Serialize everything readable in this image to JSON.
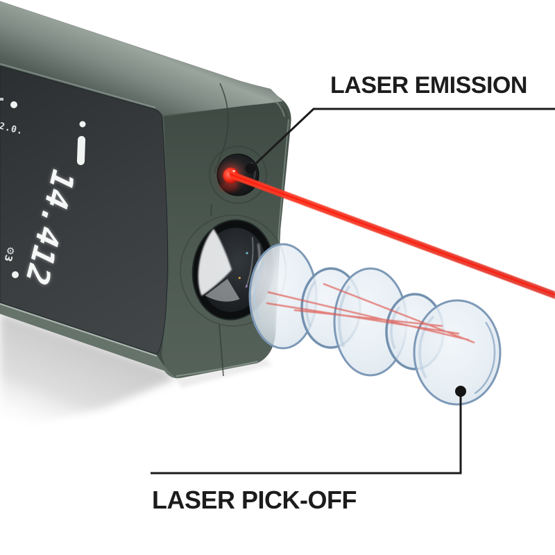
{
  "annotations": {
    "emission": {
      "label": "LASER EMISSION"
    },
    "pickoff": {
      "label": "LASER PICK-OFF"
    }
  },
  "device": {
    "kind": "laser distance meter",
    "display": {
      "measurement": "14.412",
      "top_indicator": "2.0.",
      "mode_indicator": "⚙3"
    },
    "colors": {
      "body_green": "#4a564f",
      "top_edge_green": "#9aa59e",
      "display_dark": "#383b3d",
      "digit_white": "#f6f7f7",
      "laser_red": "#ed2b1e",
      "ray_red": "#de5047",
      "lens_fill_blue": "#dbe6ef",
      "lens_rim_blue": "#7d99b7",
      "leader_black": "#1b1b1b",
      "label_text": "#1c1c1c",
      "shadow_gray": "#c6c6c6"
    }
  }
}
